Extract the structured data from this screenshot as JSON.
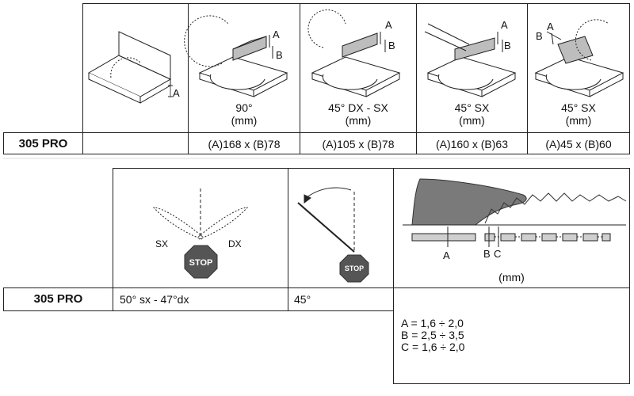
{
  "top_table": {
    "col_headers": [
      {
        "angle": "90°",
        "unit": "(mm)"
      },
      {
        "angle": "45° DX - SX",
        "unit": "(mm)"
      },
      {
        "angle": "45° SX",
        "unit": "(mm)"
      },
      {
        "angle": "45° SX",
        "unit": "(mm)"
      }
    ],
    "row": {
      "model": "305 PRO",
      "values": [
        "(A)168 x (B)78",
        "(A)105 x (B)78",
        "(A)160 x (B)63",
        "(A)45 x (B)60"
      ]
    },
    "diagram_labels": {
      "a": "A",
      "b": "B"
    }
  },
  "bottom_table": {
    "model": "305 PRO",
    "rotation_range": "50° sx - 47°dx",
    "tilt": "45°",
    "rotation_labels": {
      "sx": "SX",
      "dx": "DX"
    },
    "stop_label": "STOP",
    "tooth_labels": {
      "a": "A",
      "b": "B",
      "c": "C"
    },
    "unit": "(mm)",
    "specs": [
      "A = 1,6 ÷ 2,0",
      "B = 2,5 ÷ 3,5",
      "C = 1,6 ÷ 2,0"
    ]
  },
  "colors": {
    "line": "#222222",
    "gray_fill": "#7a7a7a",
    "light_fill": "#cfcfcf",
    "stop_red": "#555555"
  }
}
